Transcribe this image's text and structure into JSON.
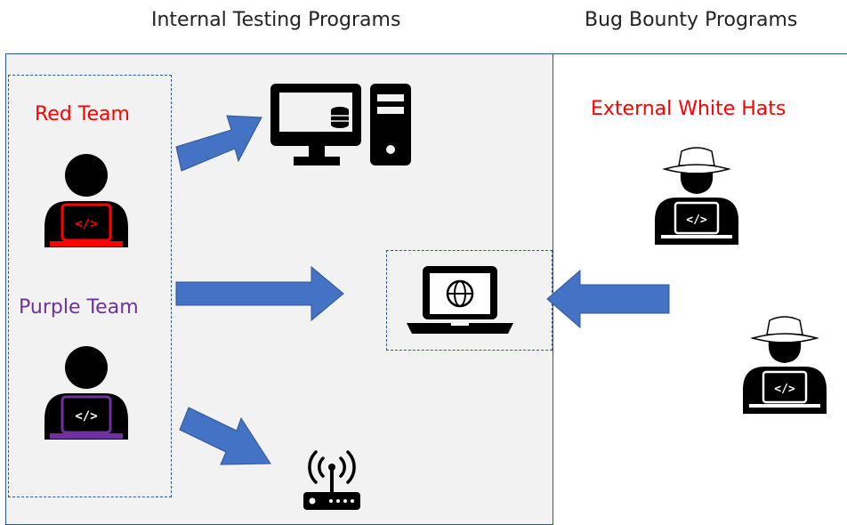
{
  "headers": {
    "internal": "Internal Testing Programs",
    "bug_bounty": "Bug Bounty Programs"
  },
  "teams": {
    "red": {
      "label": "Red Team",
      "color": "#ff0000"
    },
    "purple": {
      "label": "Purple Team",
      "color": "#7030a0"
    }
  },
  "external": {
    "label": "External White Hats",
    "color": "#ff0000"
  },
  "icons": {
    "hacker_red": "hacker-laptop-icon",
    "hacker_purple": "hacker-laptop-icon",
    "desktop": "desktop-computer-icon",
    "laptop": "laptop-globe-icon",
    "router": "wifi-router-icon",
    "white_hat_1": "white-hat-hacker-icon",
    "white_hat_2": "white-hat-hacker-icon"
  },
  "colors": {
    "arrow": "#4472c4",
    "border": "#2f5597",
    "panel": "#f2f2f2"
  }
}
